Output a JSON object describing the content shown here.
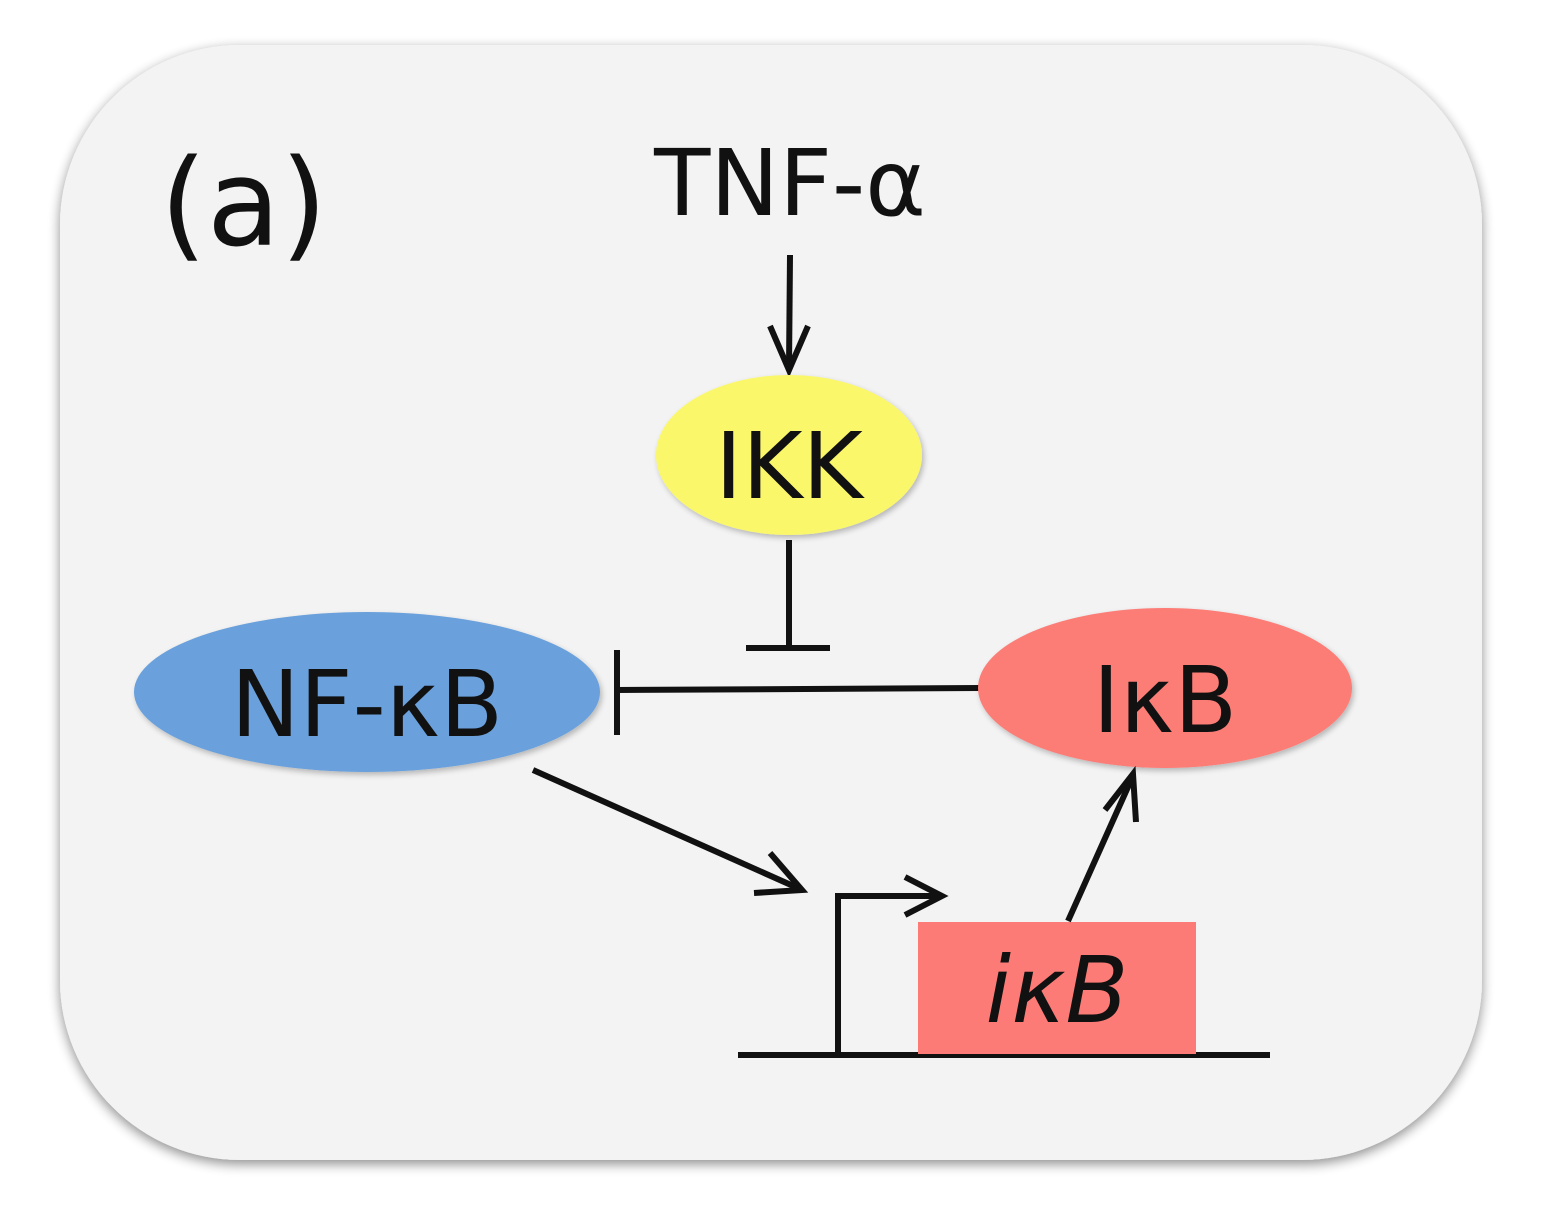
{
  "panel": {
    "label": "(a)",
    "background_color": "#f3f3f3",
    "shadow_color": "#bbbbbb"
  },
  "stimulus": {
    "label": "TNF-α"
  },
  "nodes": {
    "ikk": {
      "label": "IKK",
      "color": "#faf76a"
    },
    "nfkb": {
      "label": "NF-κB",
      "color": "#6aa0dc"
    },
    "ikb_protein": {
      "label": "IκB",
      "color": "#fc7b76"
    },
    "ikb_gene": {
      "label": "iκB",
      "color": "#fc7b76"
    }
  },
  "edges": [
    {
      "from": "TNF-α",
      "to": "IKK",
      "type": "activation"
    },
    {
      "from": "IKK",
      "to": "IκB–NF-κB inhibition",
      "type": "inhibition"
    },
    {
      "from": "IκB",
      "to": "NF-κB",
      "type": "inhibition"
    },
    {
      "from": "NF-κB",
      "to": "iκB promoter",
      "type": "activation"
    },
    {
      "from": "iκB",
      "to": "IκB",
      "type": "activation"
    }
  ],
  "colors": {
    "line": "#111111",
    "text": "#111111"
  }
}
